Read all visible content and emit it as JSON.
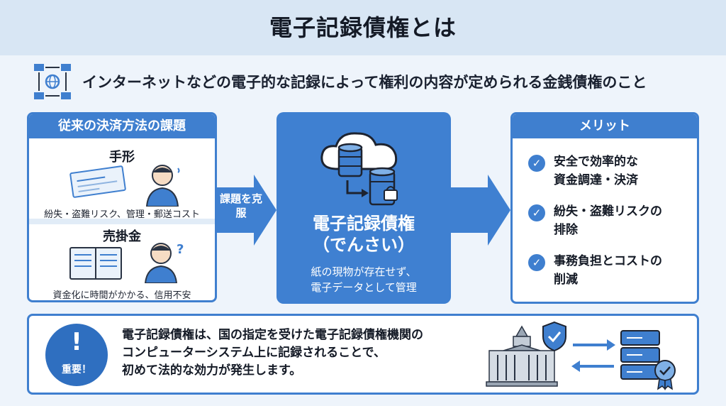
{
  "title": "電子記録債権とは",
  "definition": "インターネットなどの電子的な記録によって権利の内容が定められる金銭債権のこと",
  "left_panel": {
    "header": "従来の決済方法の課題",
    "items": [
      {
        "title": "手形",
        "caption": "紛失・盗難リスク、管理・郵送コスト"
      },
      {
        "title": "売掛金",
        "caption": "資金化に時間がかかる、信用不安"
      }
    ]
  },
  "arrow_label": "課題を克服",
  "center": {
    "title_line1": "電子記録債権",
    "title_line2": "（でんさい）",
    "desc_line1": "紙の現物が存在せず、",
    "desc_line2": "電子データとして管理"
  },
  "right_panel": {
    "header": "メリット",
    "items": [
      {
        "line1": "安全で効率的な",
        "line2": "資金調達・決済"
      },
      {
        "line1": "紛失・盗難リスクの",
        "line2": "排除"
      },
      {
        "line1": "事務負担とコストの",
        "line2": "削減"
      }
    ]
  },
  "important": {
    "mark": "!",
    "label": "重要！",
    "line1": "電子記録債権は、国の指定を受けた電子記録債権機関の",
    "line2": "コンピューターシステム上に記録されることで、",
    "line3": "初めて法的な効力が発生します。"
  },
  "colors": {
    "accent": "#3f7fcf",
    "title_bg": "#d8e6f4",
    "bg": "#eef4fb"
  },
  "icons": [
    "network-icon",
    "check-bill-icon",
    "worried-person-icon",
    "ledger-icon",
    "question-person-icon",
    "cloud-database-icon",
    "check-icon",
    "government-building-icon",
    "shield-check-icon",
    "server-certificate-icon"
  ]
}
